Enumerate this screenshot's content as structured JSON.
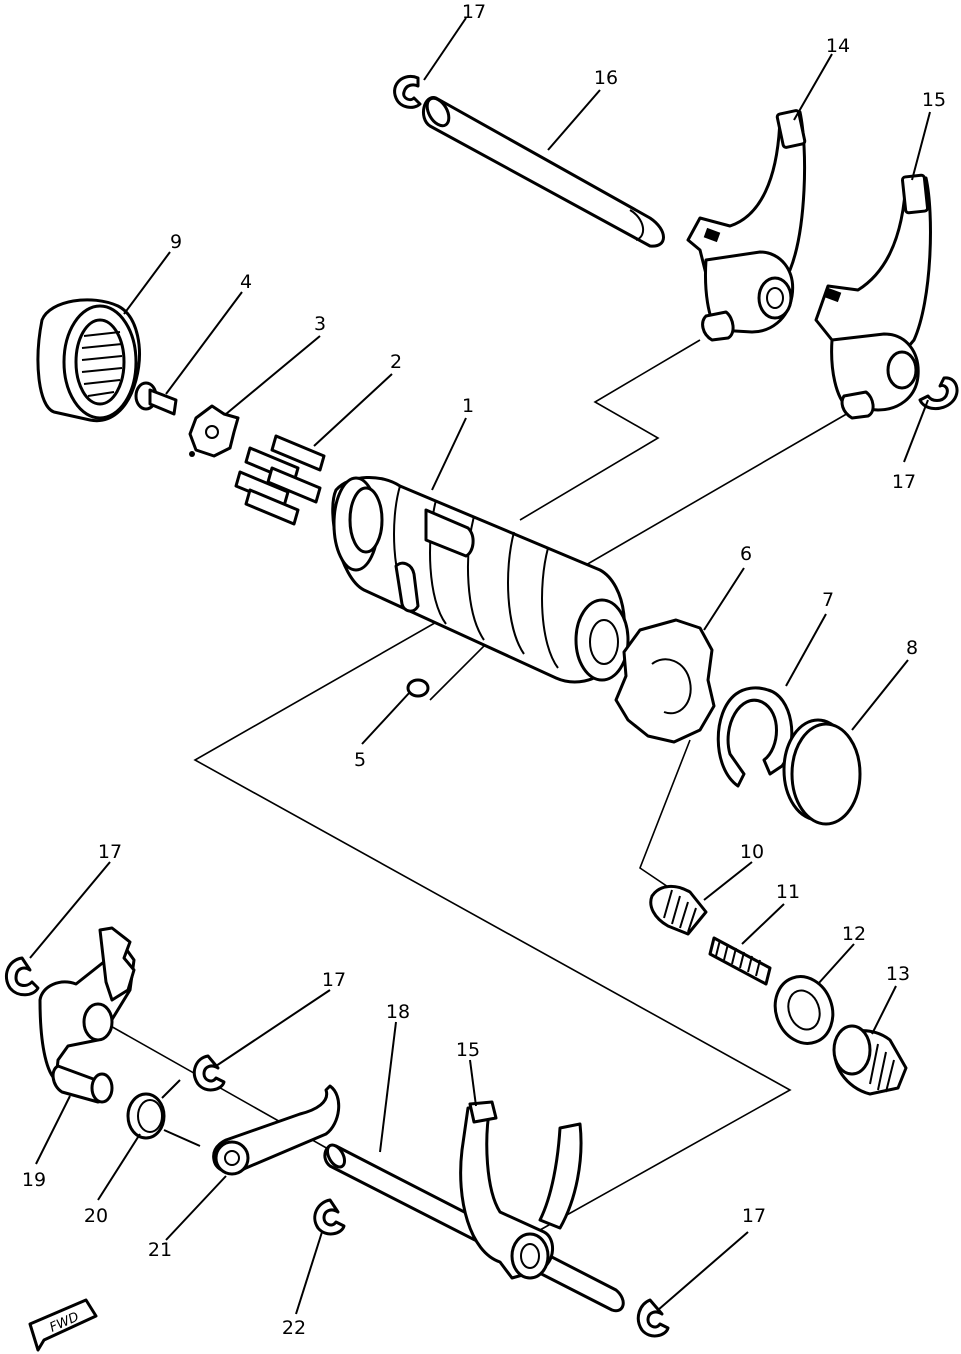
{
  "diagram": {
    "labels": {
      "p1": "1",
      "p2": "2",
      "p3": "3",
      "p4": "4",
      "p5": "5",
      "p6": "6",
      "p7": "7",
      "p8": "8",
      "p9": "9",
      "p10": "10",
      "p11": "11",
      "p12": "12",
      "p13": "13",
      "p14": "14",
      "p15a": "15",
      "p15b": "15",
      "p16": "16",
      "p17a": "17",
      "p17b": "17",
      "p17c": "17",
      "p17d": "17",
      "p17e": "17",
      "p18": "18",
      "p19": "19",
      "p20": "20",
      "p21": "21",
      "p22": "22"
    },
    "forward_marker": "FWD"
  }
}
